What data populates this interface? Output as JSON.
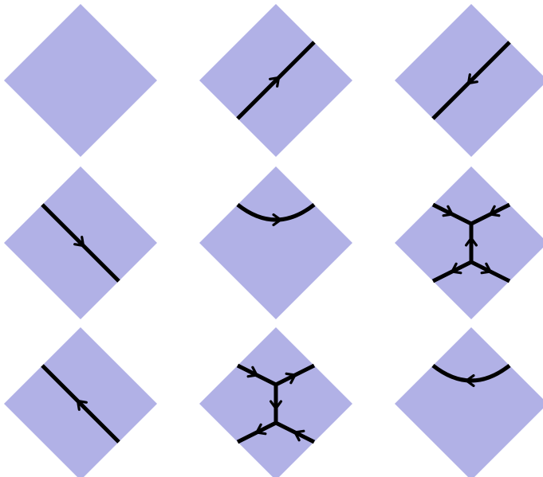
{
  "colors": {
    "background": "#ffffff",
    "tile_fill": "#b1b1e6",
    "strand": "#000000"
  },
  "grid": {
    "rows": 3,
    "columns": 3
  },
  "tiles": [
    {
      "id": "empty",
      "pattern": "empty",
      "arrows": []
    },
    {
      "id": "diagonal-up-forward",
      "pattern": "diagonal-rising",
      "arrows": [
        "toward-top-right"
      ]
    },
    {
      "id": "diagonal-up-reverse",
      "pattern": "diagonal-rising",
      "arrows": [
        "toward-bottom-left"
      ]
    },
    {
      "id": "diagonal-down-forward",
      "pattern": "diagonal-falling",
      "arrows": [
        "toward-bottom-right"
      ]
    },
    {
      "id": "cup-top-right",
      "pattern": "cup-top",
      "arrows": [
        "toward-right"
      ]
    },
    {
      "id": "trivalent-pair-a",
      "pattern": "double-vertex",
      "arrows": [
        "upper-left-in",
        "upper-right-in",
        "stem-up",
        "lower-left-out",
        "lower-right-out"
      ]
    },
    {
      "id": "diagonal-down-reverse",
      "pattern": "diagonal-falling",
      "arrows": [
        "toward-top-left"
      ]
    },
    {
      "id": "trivalent-pair-b",
      "pattern": "double-vertex",
      "arrows": [
        "upper-left-in",
        "upper-right-out",
        "stem-down",
        "lower-left-out",
        "lower-right-in"
      ]
    },
    {
      "id": "cup-top-left",
      "pattern": "cup-top",
      "arrows": [
        "toward-left"
      ]
    }
  ]
}
